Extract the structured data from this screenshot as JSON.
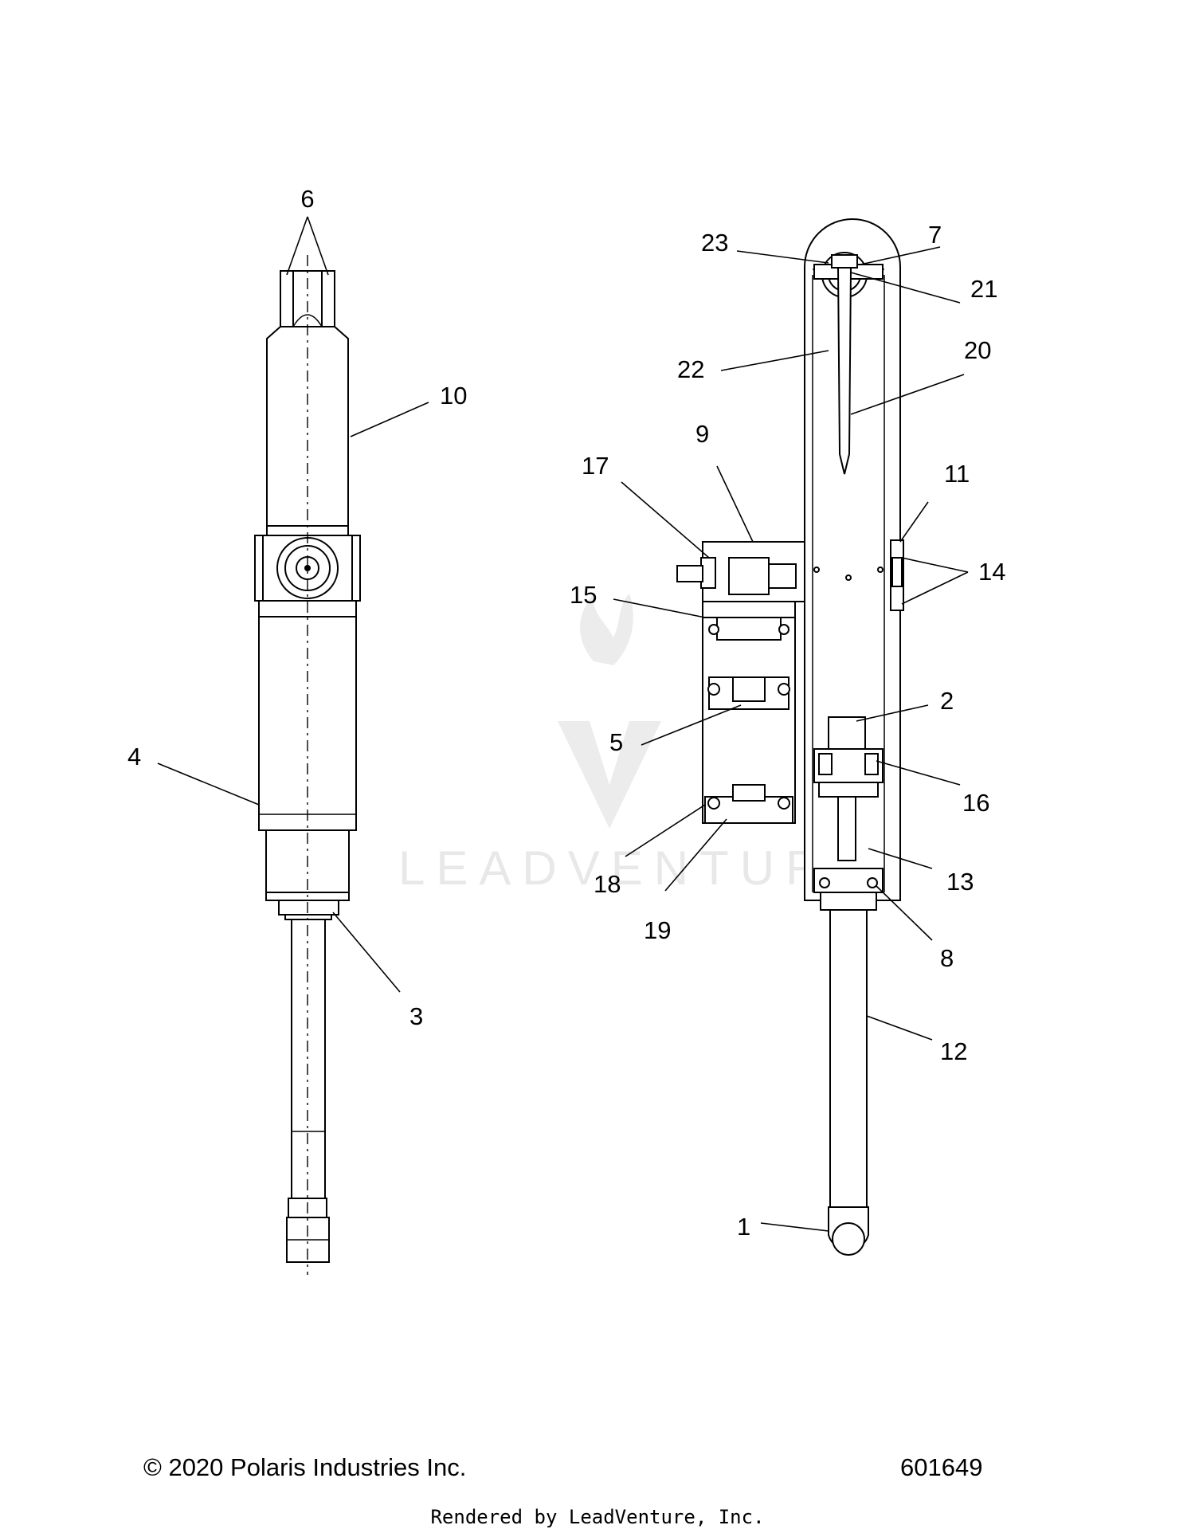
{
  "diagram": {
    "callouts": [
      {
        "id": "6",
        "label": "6"
      },
      {
        "id": "10",
        "label": "10"
      },
      {
        "id": "4",
        "label": "4"
      },
      {
        "id": "3",
        "label": "3"
      },
      {
        "id": "23",
        "label": "23"
      },
      {
        "id": "7",
        "label": "7"
      },
      {
        "id": "21",
        "label": "21"
      },
      {
        "id": "22",
        "label": "22"
      },
      {
        "id": "20",
        "label": "20"
      },
      {
        "id": "9",
        "label": "9"
      },
      {
        "id": "17",
        "label": "17"
      },
      {
        "id": "11",
        "label": "11"
      },
      {
        "id": "14",
        "label": "14"
      },
      {
        "id": "15",
        "label": "15"
      },
      {
        "id": "2",
        "label": "2"
      },
      {
        "id": "5",
        "label": "5"
      },
      {
        "id": "16",
        "label": "16"
      },
      {
        "id": "13",
        "label": "13"
      },
      {
        "id": "18",
        "label": "18"
      },
      {
        "id": "19",
        "label": "19"
      },
      {
        "id": "8",
        "label": "8"
      },
      {
        "id": "12",
        "label": "12"
      },
      {
        "id": "1",
        "label": "1"
      }
    ],
    "watermark": "LEADVENTURE"
  },
  "footer": {
    "copyright": "© 2020 Polaris Industries Inc.",
    "diagram_number": "601649",
    "rendered_by": "Rendered by LeadVenture, Inc."
  }
}
